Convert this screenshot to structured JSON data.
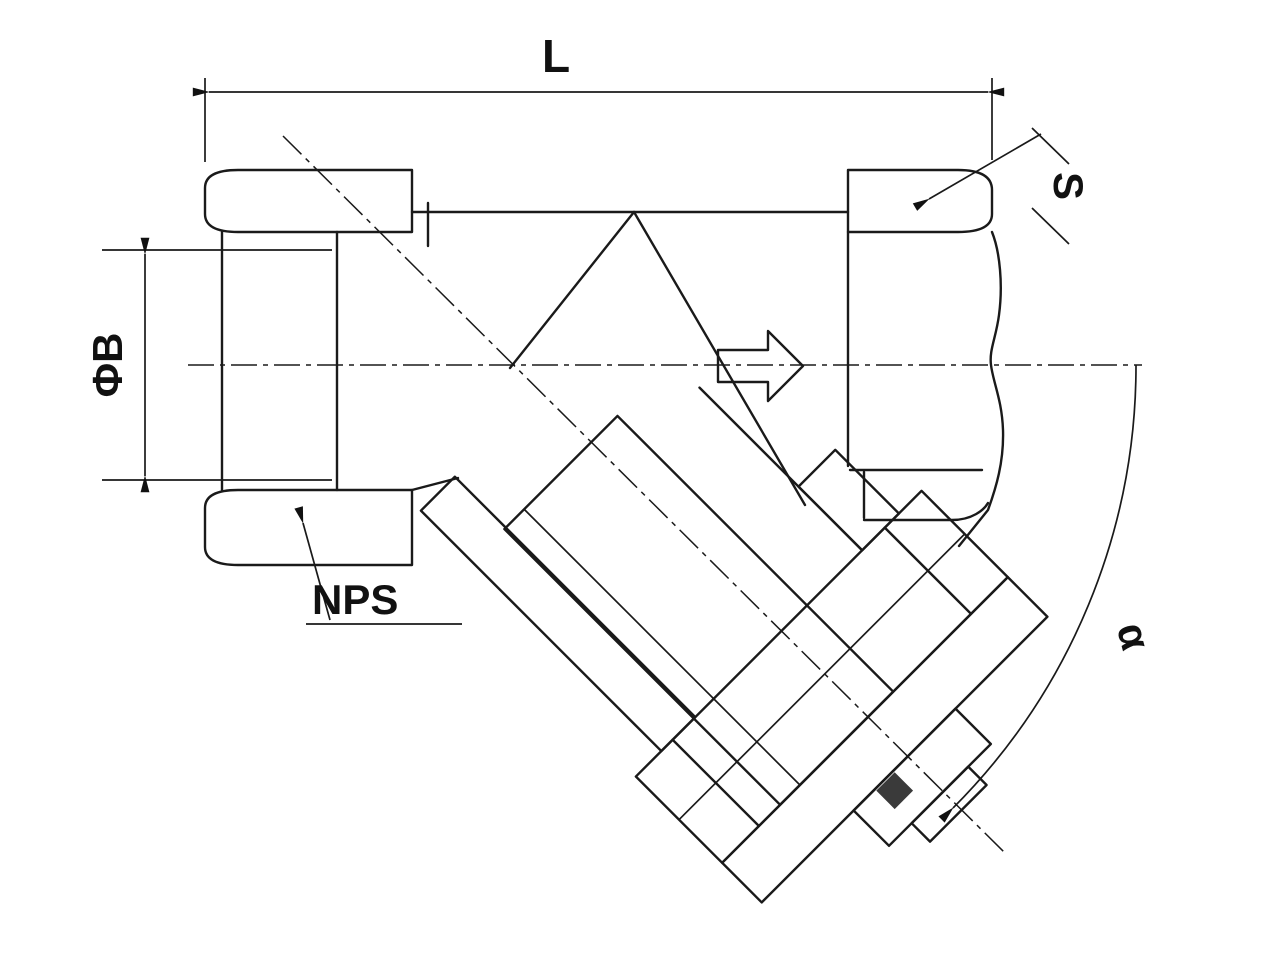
{
  "drawing": {
    "labels": {
      "length": "L",
      "bore": "ΦB",
      "thread": "NPS",
      "across_flats": "S",
      "angle": "α"
    },
    "colors": {
      "line": "#1a1a1a",
      "background": "#ffffff",
      "seal_fill": "#3a3a3a"
    }
  }
}
